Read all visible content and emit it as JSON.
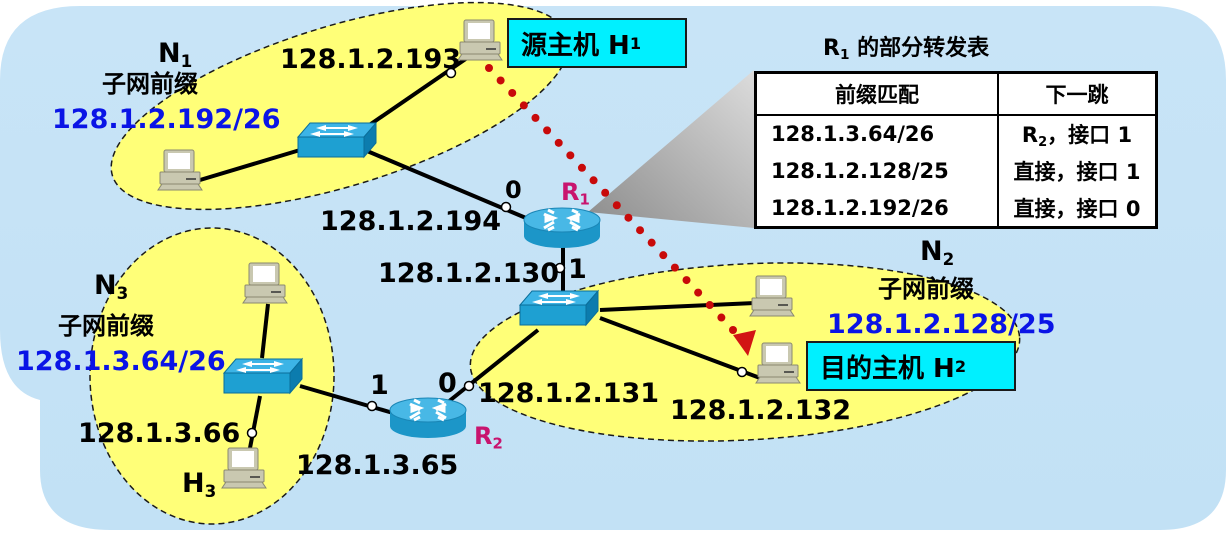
{
  "colors": {
    "background_panel": "#c5e3f6",
    "subnet_fill": "#ffff78",
    "host_label_bg": "#00f0ff",
    "prefix_text": "#0a14e6",
    "router_label": "#c8146e",
    "path_dots": "#c80a0a",
    "device_blue": "#1ea0d2"
  },
  "subnets": {
    "n1": {
      "name": "N",
      "sub": "1",
      "caption": "子网前缀",
      "prefix": "128.1.2.192/26"
    },
    "n2": {
      "name": "N",
      "sub": "2",
      "caption": "子网前缀",
      "prefix": "128.1.2.128/25"
    },
    "n3": {
      "name": "N",
      "sub": "3",
      "caption": "子网前缀",
      "prefix": "128.1.3.64/26"
    }
  },
  "hosts": {
    "h1": {
      "label": "源主机 H",
      "sub": "1",
      "ip": "128.1.2.193"
    },
    "h2": {
      "label": "目的主机 H",
      "sub": "2",
      "ip": "128.1.2.132"
    },
    "h3": {
      "label": "H",
      "sub": "3",
      "ip": "128.1.3.66"
    }
  },
  "routers": {
    "r1": {
      "name": "R",
      "sub": "1",
      "if0": {
        "port": "0",
        "ip": "128.1.2.194"
      },
      "if1": {
        "port": "1",
        "ip": "128.1.2.130"
      }
    },
    "r2": {
      "name": "R",
      "sub": "2",
      "if0": {
        "port": "0",
        "ip": "128.1.2.131"
      },
      "if1": {
        "port": "1",
        "ip": "128.1.3.65"
      }
    }
  },
  "forwarding_table": {
    "title": "R",
    "title_sub": "1",
    "title_rest": " 的部分转发表",
    "headers": [
      "前缀匹配",
      "下一跳"
    ],
    "rows": [
      {
        "prefix": "128.1.3.64/26",
        "next_hop_main": "R",
        "next_hop_sub": "2",
        "next_hop_rest": "，接口 1"
      },
      {
        "prefix": "128.1.2.128/25",
        "next_hop_main": "直接，接口 1",
        "next_hop_sub": "",
        "next_hop_rest": ""
      },
      {
        "prefix": "128.1.2.192/26",
        "next_hop_main": "直接，接口 0",
        "next_hop_sub": "",
        "next_hop_rest": ""
      }
    ]
  }
}
